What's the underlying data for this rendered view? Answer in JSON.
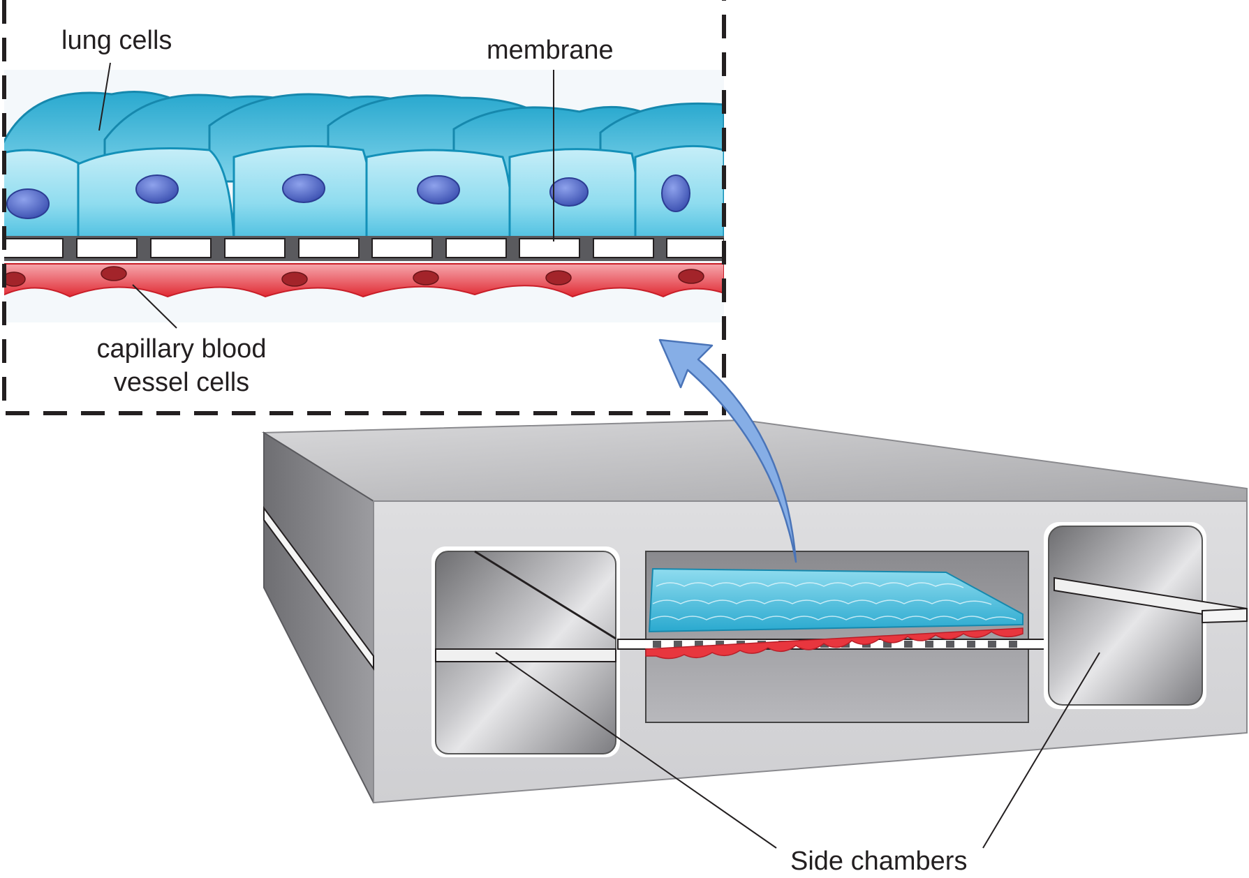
{
  "labels": {
    "lung_cells": "lung cells",
    "membrane": "membrane",
    "capillary_line1": "capillary blood",
    "capillary_line2": "vessel cells",
    "side_chambers": "Side chambers"
  },
  "colors": {
    "lung_cell": "#5fc8e3",
    "lung_cell_dark": "#1a9cc2",
    "nucleus_blue": "#4a63c2",
    "capillary_red": "#e8363e",
    "capillary_nucleus": "#a3242a",
    "device_gray": "#c8c8c8",
    "arrow_blue": "#7aa4e0",
    "inset_border": "#231f20"
  }
}
